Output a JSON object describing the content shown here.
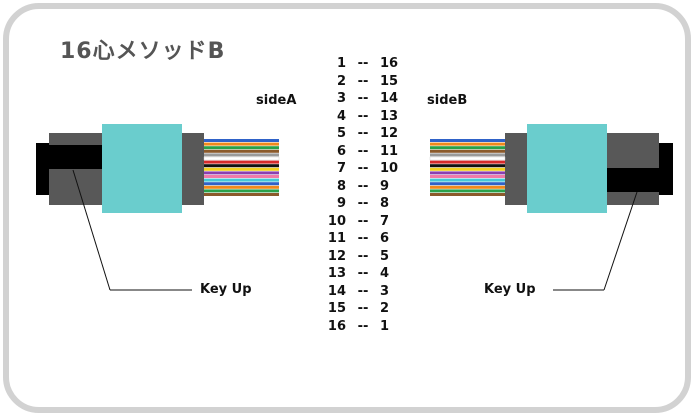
{
  "title": "16心メソッドB",
  "side_a_label": "sideA",
  "side_b_label": "sideB",
  "key_up_left": "Key Up",
  "key_up_right": "Key Up",
  "mapping": [
    {
      "a": "1",
      "sep": "--",
      "b": "16"
    },
    {
      "a": "2",
      "sep": "--",
      "b": "15"
    },
    {
      "a": "3",
      "sep": "--",
      "b": "14"
    },
    {
      "a": "4",
      "sep": "--",
      "b": "13"
    },
    {
      "a": "5",
      "sep": "--",
      "b": "12"
    },
    {
      "a": "6",
      "sep": "--",
      "b": "11"
    },
    {
      "a": "7",
      "sep": "--",
      "b": "10"
    },
    {
      "a": "8",
      "sep": "--",
      "b": "9"
    },
    {
      "a": "9",
      "sep": "--",
      "b": "8"
    },
    {
      "a": "10",
      "sep": "--",
      "b": "7"
    },
    {
      "a": "11",
      "sep": "--",
      "b": "6"
    },
    {
      "a": "12",
      "sep": "--",
      "b": "5"
    },
    {
      "a": "13",
      "sep": "--",
      "b": "4"
    },
    {
      "a": "14",
      "sep": "--",
      "b": "3"
    },
    {
      "a": "15",
      "sep": "--",
      "b": "2"
    },
    {
      "a": "16",
      "sep": "--",
      "b": "1"
    }
  ],
  "colors": {
    "frame": "#d2d2d2",
    "boot": "#6acdcd",
    "housing": "#585858",
    "dark": "#1a1a1a",
    "fiber_colors": [
      "#2f62c8",
      "#f08a1c",
      "#2aa14a",
      "#8b5a2b",
      "#9a9a9a",
      "#ffffff",
      "#d62a2a",
      "#111111",
      "#f2d21e",
      "#8a3fb0",
      "#f07aa8",
      "#44c8d8",
      "#2f62c8",
      "#f08a1c",
      "#2aa14a",
      "#8b5a2b"
    ]
  }
}
